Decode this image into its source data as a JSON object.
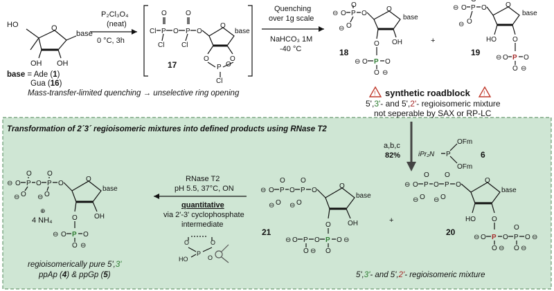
{
  "colors": {
    "panel_bg": "#cfe6d4",
    "panel_border": "#6a9a72",
    "green_atom": "#2e7d32",
    "red_atom": "#a52a2a",
    "warning": "#c0392b"
  },
  "top": {
    "start_base": "base",
    "start_def_label": "base",
    "start_def_text": " = Ade (",
    "start_def_num1": "1",
    "start_def_gua": "Gua (",
    "start_def_num2": "16",
    "reagent1_line1": "P₂Cl₃O₄",
    "reagent1_line2": "(neat)",
    "reagent1_cond": "0 °C, 3h",
    "intermediate_num": "17",
    "intermediate_base": "base",
    "quench_line1": "Quenching",
    "quench_line2": "over 1g scale",
    "quench_line3": "NaHCO₃ 1M",
    "quench_line4": "-40 °C",
    "cmp18": "18",
    "cmp19": "19",
    "plus": "+",
    "note": "Mass-transfer-limited quenching → unselective ring opening",
    "roadblock": "synthetic roadblock",
    "regio_line1_a": "5',",
    "regio_line1_b": "3'",
    "regio_line1_c": "- and 5',",
    "regio_line1_d": "2'",
    "regio_line1_e": "- regioisomeric mixture",
    "regio_line2": "not seperable by SAX or RP-LC"
  },
  "panel": {
    "title": "Transformation of 2´3´ regioisomeric mixtures into defined products using RNase T2",
    "step_label": "a,b,c",
    "step_yield": "82%",
    "reagent6_ipr": "iPr₂N",
    "reagent6_num": "6",
    "ofm": "OFm",
    "rnase_line1": "RNase T2",
    "rnase_line2": "pH 5.5, 37°C, ON",
    "quantitative": "quantitative",
    "via_line1": "via 2'-3' cyclophosphate",
    "via_line2": "intermediate",
    "cmp21": "21",
    "cmp20": "20",
    "nh4": "4 NH₄",
    "prod_line1_a": "regioisomerically pure 5',",
    "prod_line1_b": "3'",
    "prod_line2_a": "ppAp (",
    "prod_line2_n1": "4",
    "prod_line2_b": ") & ppGp (",
    "prod_line2_n2": "5",
    "prod_line2_c": ")",
    "mix_a": "5',",
    "mix_b": "3'",
    "mix_c": "- and 5',",
    "mix_d": "2'",
    "mix_e": "- regioisomeric mixture"
  },
  "atoms": {
    "O": "O",
    "P": "P",
    "Cl": "Cl",
    "OH": "OH",
    "HO": "HO",
    "minus": "⊖",
    "plus": "⊕"
  }
}
